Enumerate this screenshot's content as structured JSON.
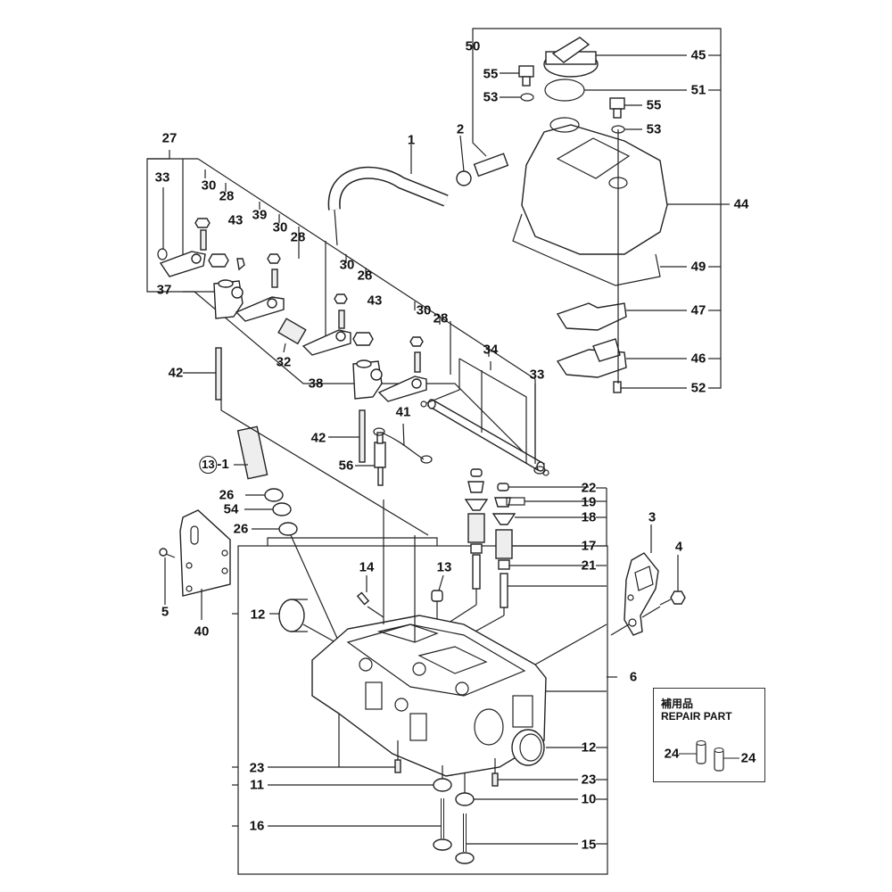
{
  "diagram": {
    "title": "Cylinder Head / Rocker Arm / Bonnet Exploded Parts Diagram",
    "repair_part": {
      "title_jp": "補用品",
      "title_en": "REPAIR PART",
      "labels": [
        "24",
        "24"
      ]
    },
    "callouts": [
      {
        "id": "c27",
        "text": "27"
      },
      {
        "id": "c33a",
        "text": "33"
      },
      {
        "id": "c30a",
        "text": "30"
      },
      {
        "id": "c28a",
        "text": "28"
      },
      {
        "id": "c43a",
        "text": "43"
      },
      {
        "id": "c39",
        "text": "39"
      },
      {
        "id": "c30b",
        "text": "30"
      },
      {
        "id": "c28b",
        "text": "28"
      },
      {
        "id": "c37",
        "text": "37"
      },
      {
        "id": "c30c",
        "text": "30"
      },
      {
        "id": "c28c",
        "text": "28"
      },
      {
        "id": "c43b",
        "text": "43"
      },
      {
        "id": "c32",
        "text": "32"
      },
      {
        "id": "c30d",
        "text": "30"
      },
      {
        "id": "c28d",
        "text": "28"
      },
      {
        "id": "c34",
        "text": "34"
      },
      {
        "id": "c33b",
        "text": "33"
      },
      {
        "id": "c42a",
        "text": "42"
      },
      {
        "id": "c38",
        "text": "38"
      },
      {
        "id": "c41",
        "text": "41"
      },
      {
        "id": "c42b",
        "text": "42"
      },
      {
        "id": "c56",
        "text": "56"
      },
      {
        "id": "c1",
        "text": "1"
      },
      {
        "id": "c2",
        "text": "2"
      },
      {
        "id": "c50",
        "text": "50"
      },
      {
        "id": "c55a",
        "text": "55"
      },
      {
        "id": "c53a",
        "text": "53"
      },
      {
        "id": "c45",
        "text": "45"
      },
      {
        "id": "c51",
        "text": "51"
      },
      {
        "id": "c55b",
        "text": "55"
      },
      {
        "id": "c53b",
        "text": "53"
      },
      {
        "id": "c44",
        "text": "44"
      },
      {
        "id": "c49",
        "text": "49"
      },
      {
        "id": "c47",
        "text": "47"
      },
      {
        "id": "c46",
        "text": "46"
      },
      {
        "id": "c52",
        "text": "52"
      },
      {
        "id": "c13dash",
        "text": "-1"
      },
      {
        "id": "c26a",
        "text": "26"
      },
      {
        "id": "c54",
        "text": "54"
      },
      {
        "id": "c26b",
        "text": "26"
      },
      {
        "id": "c5",
        "text": "5"
      },
      {
        "id": "c40",
        "text": "40"
      },
      {
        "id": "c12a",
        "text": "12"
      },
      {
        "id": "c14",
        "text": "14"
      },
      {
        "id": "c13",
        "text": "13"
      },
      {
        "id": "c22",
        "text": "22"
      },
      {
        "id": "c19",
        "text": "19"
      },
      {
        "id": "c18",
        "text": "18"
      },
      {
        "id": "c17",
        "text": "17"
      },
      {
        "id": "c21",
        "text": "21"
      },
      {
        "id": "c3",
        "text": "3"
      },
      {
        "id": "c4",
        "text": "4"
      },
      {
        "id": "c6",
        "text": "6"
      },
      {
        "id": "c12b",
        "text": "12"
      },
      {
        "id": "c23a",
        "text": "23"
      },
      {
        "id": "c11",
        "text": "11"
      },
      {
        "id": "c23b",
        "text": "23"
      },
      {
        "id": "c10",
        "text": "10"
      },
      {
        "id": "c16",
        "text": "16"
      },
      {
        "id": "c15",
        "text": "15"
      }
    ],
    "circled_ref": "13"
  }
}
